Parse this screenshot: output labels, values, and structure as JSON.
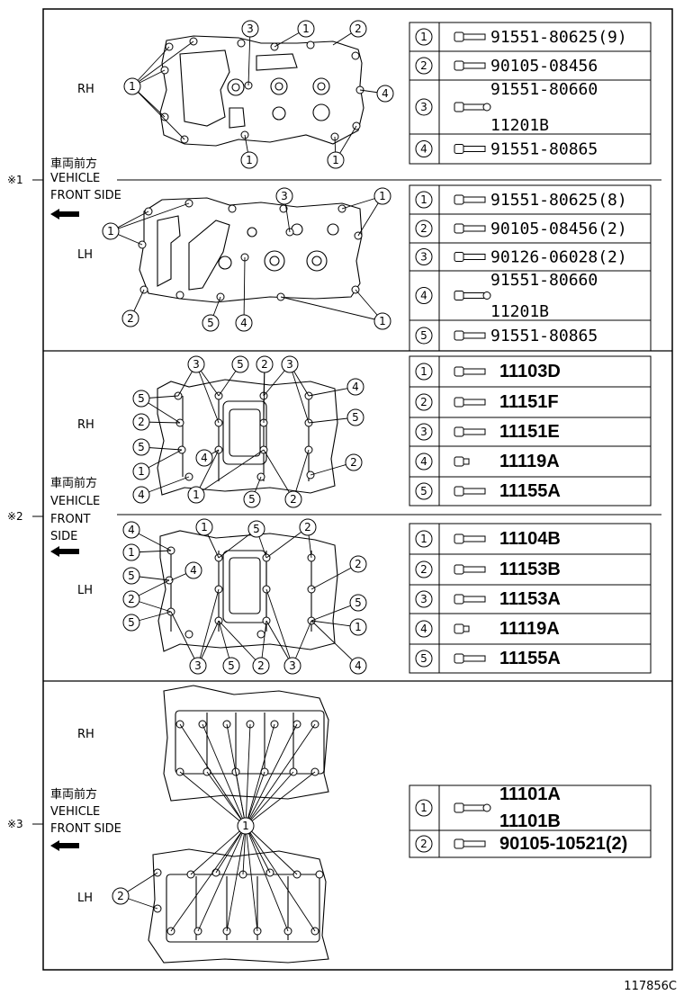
{
  "figure_id": "117856C",
  "markers": {
    "s1": "※1",
    "s2": "※2",
    "s3": "※3"
  },
  "side": {
    "rh": "RH",
    "lh": "LH"
  },
  "front": {
    "jp": "車両前方",
    "en1": "VEHICLE",
    "en2": "FRONT SIDE",
    "en2a": "FRONT",
    "en2b": "SIDE"
  },
  "callouts": {
    "c1": "1",
    "c2": "2",
    "c3": "3",
    "c4": "4",
    "c5": "5"
  },
  "tables": {
    "s1_rh": [
      {
        "no": "1",
        "parts": [
          "91551-80625(9)"
        ]
      },
      {
        "no": "2",
        "parts": [
          "90105-08456"
        ]
      },
      {
        "no": "3",
        "parts": [
          "91551-80660",
          "11201B"
        ]
      },
      {
        "no": "4",
        "parts": [
          "91551-80865"
        ]
      }
    ],
    "s1_lh": [
      {
        "no": "1",
        "parts": [
          "91551-80625(8)"
        ]
      },
      {
        "no": "2",
        "parts": [
          "90105-08456(2)"
        ]
      },
      {
        "no": "3",
        "parts": [
          "90126-06028(2)"
        ]
      },
      {
        "no": "4",
        "parts": [
          "91551-80660",
          "11201B"
        ]
      },
      {
        "no": "5",
        "parts": [
          "91551-80865"
        ]
      }
    ],
    "s2_rh": [
      {
        "no": "1",
        "parts": [
          "11103D"
        ]
      },
      {
        "no": "2",
        "parts": [
          "11151F"
        ]
      },
      {
        "no": "3",
        "parts": [
          "11151E"
        ]
      },
      {
        "no": "4",
        "parts": [
          "11119A"
        ]
      },
      {
        "no": "5",
        "parts": [
          "11155A"
        ]
      }
    ],
    "s2_lh": [
      {
        "no": "1",
        "parts": [
          "11104B"
        ]
      },
      {
        "no": "2",
        "parts": [
          "11153B"
        ]
      },
      {
        "no": "3",
        "parts": [
          "11153A"
        ]
      },
      {
        "no": "4",
        "parts": [
          "11119A"
        ]
      },
      {
        "no": "5",
        "parts": [
          "11155A"
        ]
      }
    ],
    "s3": [
      {
        "no": "1",
        "parts": [
          "11101A",
          "11101B"
        ]
      },
      {
        "no": "2",
        "parts": [
          "90105-10521(2)"
        ]
      }
    ]
  }
}
